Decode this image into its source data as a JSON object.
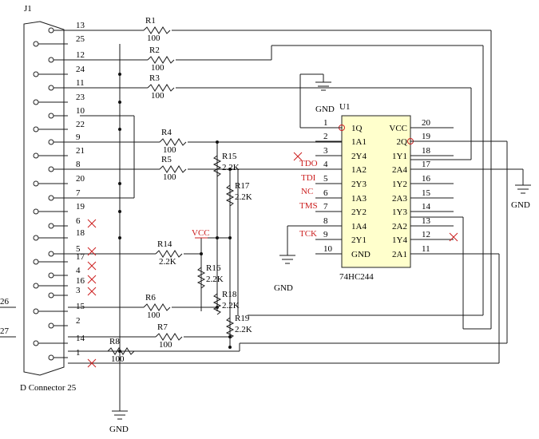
{
  "connector": {
    "ref": "J1",
    "name": "D Connector 25",
    "pins_left": [
      "13",
      "12",
      "11",
      "10",
      "9",
      "8",
      "7",
      "6",
      "5",
      "4",
      "3",
      "2",
      "1"
    ],
    "pins_right": [
      "25",
      "24",
      "23",
      "22",
      "21",
      "20",
      "19",
      "18",
      "17",
      "16",
      "15",
      "14"
    ]
  },
  "chip": {
    "ref": "U1",
    "name": "74HC244",
    "left_pins": [
      "1",
      "2",
      "3",
      "4",
      "5",
      "6",
      "7",
      "8",
      "9",
      "10"
    ],
    "right_pins": [
      "20",
      "19",
      "18",
      "17",
      "16",
      "15",
      "14",
      "13",
      "12",
      "11"
    ],
    "left_labels": [
      "1Q",
      "1A1",
      "2Y4",
      "1A2",
      "2Y3",
      "1A3",
      "2Y2",
      "1A4",
      "2Y1",
      "GND"
    ],
    "right_labels": [
      "VCC",
      "2Q",
      "1Y1",
      "2A4",
      "1Y2",
      "2A3",
      "1Y3",
      "2A2",
      "1Y4",
      "2A1"
    ]
  },
  "resistors": [
    {
      "ref": "R1",
      "value": "100"
    },
    {
      "ref": "R2",
      "value": "100"
    },
    {
      "ref": "R3",
      "value": "100"
    },
    {
      "ref": "R4",
      "value": "100"
    },
    {
      "ref": "R5",
      "value": "100"
    },
    {
      "ref": "R6",
      "value": "100"
    },
    {
      "ref": "R7",
      "value": "100"
    },
    {
      "ref": "R8",
      "value": "100"
    },
    {
      "ref": "R14",
      "value": "2.2K"
    },
    {
      "ref": "R15",
      "value": "2.2K"
    },
    {
      "ref": "R16",
      "value": "2.2K"
    },
    {
      "ref": "R17",
      "value": "2.2K"
    },
    {
      "ref": "R18",
      "value": "2.2K"
    },
    {
      "ref": "R19",
      "value": "2.2K"
    }
  ],
  "jtag_labels": [
    "TDO",
    "TDI",
    "NC",
    "TMS",
    "TCK"
  ],
  "power": {
    "vcc": "VCC",
    "gnd": "GND"
  },
  "net_labels": [
    "26",
    "27"
  ]
}
